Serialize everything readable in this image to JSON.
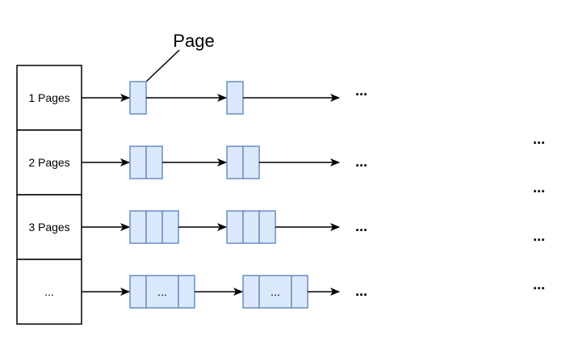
{
  "callout": {
    "label": "Page"
  },
  "rows": [
    {
      "label": "1 Pages",
      "trailing": "..."
    },
    {
      "label": "2 Pages",
      "trailing": "..."
    },
    {
      "label": "3 Pages",
      "trailing": "..."
    },
    {
      "label": "...",
      "trailing": "...",
      "block_inner": "..."
    }
  ],
  "side_ellipses": [
    "...",
    "...",
    "...",
    "..."
  ],
  "colors": {
    "page_fill": "#dae8fc",
    "page_stroke": "#6c8ebf",
    "line": "#000000",
    "box_stroke": "#000000"
  }
}
